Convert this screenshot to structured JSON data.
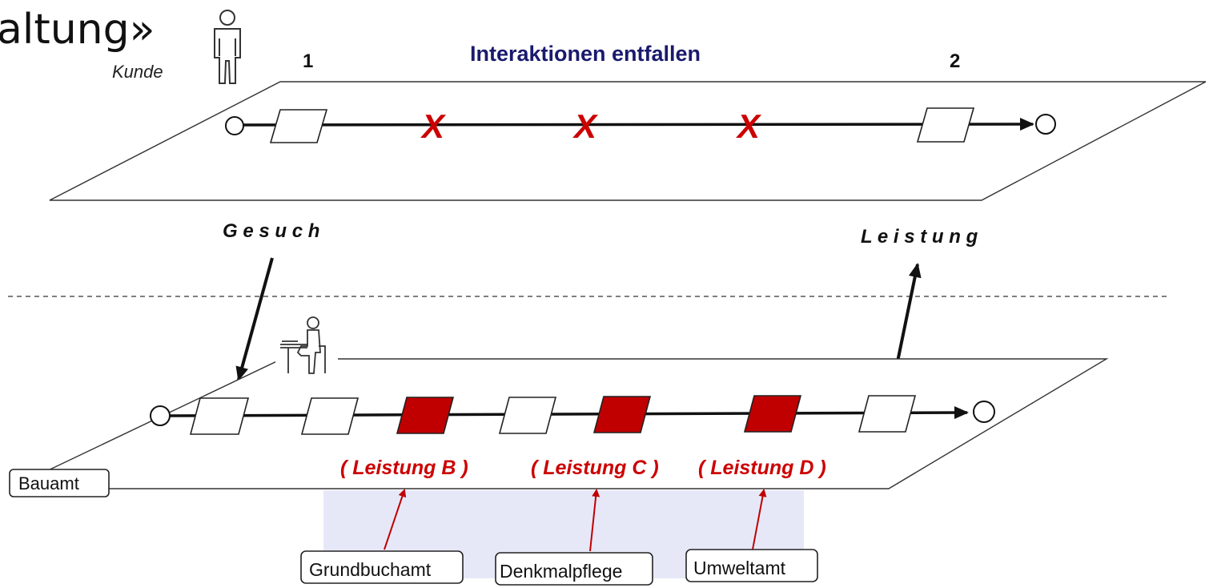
{
  "title_fragment": "altung»",
  "customer_label": "Kunde",
  "top_plane": {
    "heading": "Interaktionen entfallen",
    "marker_start": "1",
    "marker_end": "2",
    "removed_mark": "X",
    "removed_count": 3
  },
  "flow_labels": {
    "request": "G e s u c h",
    "service": "L e i s t u n g"
  },
  "bottom_plane": {
    "office_label": "Bauamt",
    "services": [
      {
        "label": "( Leistung B )"
      },
      {
        "label": "( Leistung C )"
      },
      {
        "label": "( Leistung D )"
      }
    ],
    "partners": [
      {
        "label": "Grundbuchamt"
      },
      {
        "label": "Denkmalpflege"
      },
      {
        "label": "Umweltamt"
      }
    ]
  },
  "colors": {
    "heading": "#1a1a6e",
    "accent_red": "#cc0000",
    "task_red": "#c00000",
    "highlight_band": "#e6e8f8",
    "line": "#111111"
  }
}
